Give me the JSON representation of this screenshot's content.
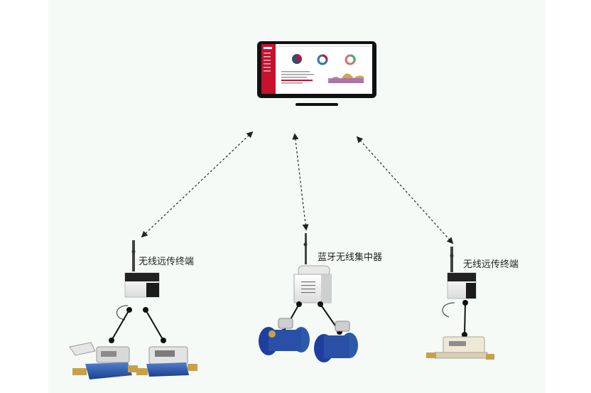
{
  "labels": {
    "left_terminal": "无线远传终端",
    "center_concentrator": "蓝牙无线集中器",
    "right_terminal": "无线远传终端"
  },
  "colors": {
    "panel_bg": "#f5faf7",
    "screen_accent": "#c4122f",
    "link_line": "#333333",
    "meter_blue": "#2c5aa8",
    "flange_blue": "#1f3f9e",
    "brass": "#c8a04a"
  },
  "icons": [
    "monitor-dashboard",
    "antenna",
    "terminal-box",
    "concentrator-box",
    "water-meter",
    "flanged-meter",
    "heat-meter"
  ]
}
